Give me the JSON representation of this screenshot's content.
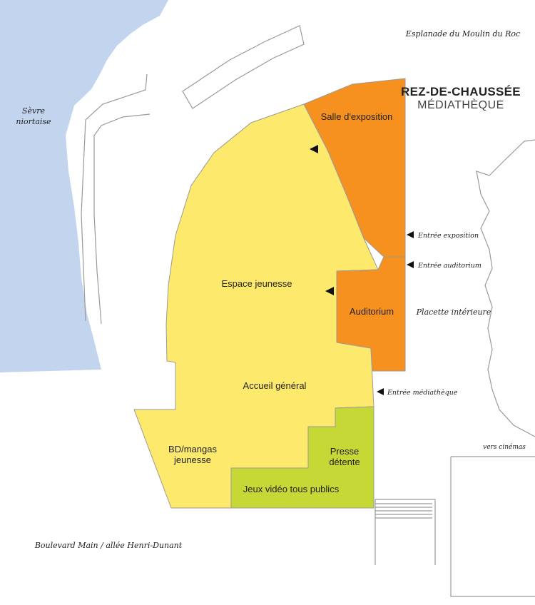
{
  "title": "REZ-DE-CHAUSSÉE",
  "subtitle": "MÉDIATHÈQUE",
  "colors": {
    "river": "#c3d4ee",
    "yellow_zone": "#fde96c",
    "orange_zone": "#f6901e",
    "green_zone": "#c5d836",
    "outline": "#9a9a9a"
  },
  "rooms": {
    "salle_exposition": "Salle d'exposition",
    "espace_jeunesse": "Espace jeunesse",
    "auditorium": "Auditorium",
    "accueil": "Accueil général",
    "bd_line1": "BD/mangas",
    "bd_line2": "jeunesse",
    "presse_line1": "Presse",
    "presse_line2": "détente",
    "jeux_video": "Jeux vidéo tous publics"
  },
  "places": {
    "river_line1": "Sèvre",
    "river_line2": "niortaise",
    "esplanade": "Esplanade du Moulin du Roc",
    "placette": "Placette intérieure",
    "boulevard": "Boulevard Main / allée Henri-Dunant",
    "cinemas": "vers cinémas"
  },
  "entrances": {
    "exposition": "Entrée exposition",
    "auditorium": "Entrée auditorium",
    "mediatheque": "Entrée médiathèque"
  }
}
